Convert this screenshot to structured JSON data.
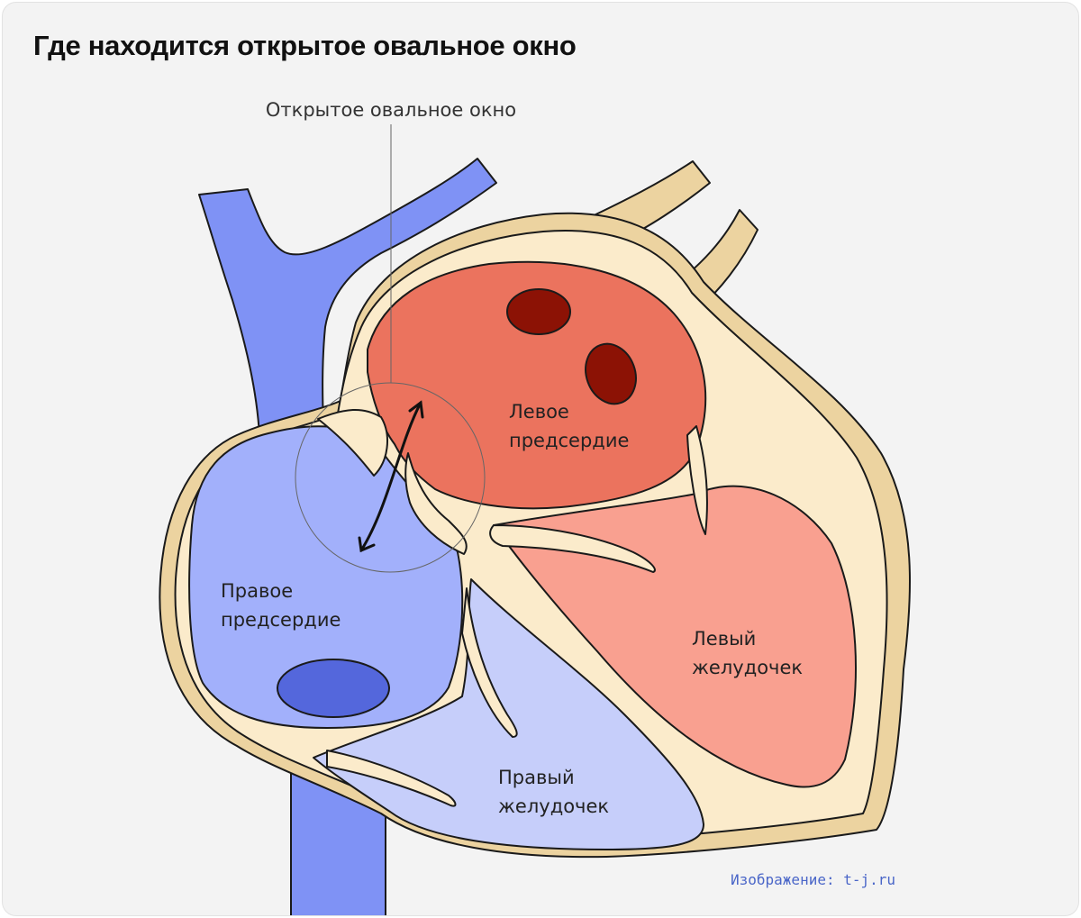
{
  "title": "Где находится открытое овальное окно",
  "callout": "Открытое овальное окно",
  "labels": {
    "left_atrium": [
      "Левое",
      "предсердие"
    ],
    "right_atrium": [
      "Правое",
      "предсердие"
    ],
    "left_ventricle": [
      "Левый",
      "желудочек"
    ],
    "right_ventricle": [
      "Правый",
      "желудочек"
    ]
  },
  "credit": "Изображение: t-j.ru",
  "colors": {
    "background": "#f3f3f3",
    "vein_blue": "#7f92f5",
    "right_atrium": "#a2b0fb",
    "right_ventricle": "#c6cefa",
    "valve_dark_blue": "#5467dc",
    "left_atrium": "#eb735e",
    "left_ventricle": "#f9a090",
    "pulmonary_veins": "#8c1205",
    "muscle_wall": "#fbebcb",
    "outer_pericardium": "#ecd3a0",
    "outline": "#1a1a1a"
  }
}
